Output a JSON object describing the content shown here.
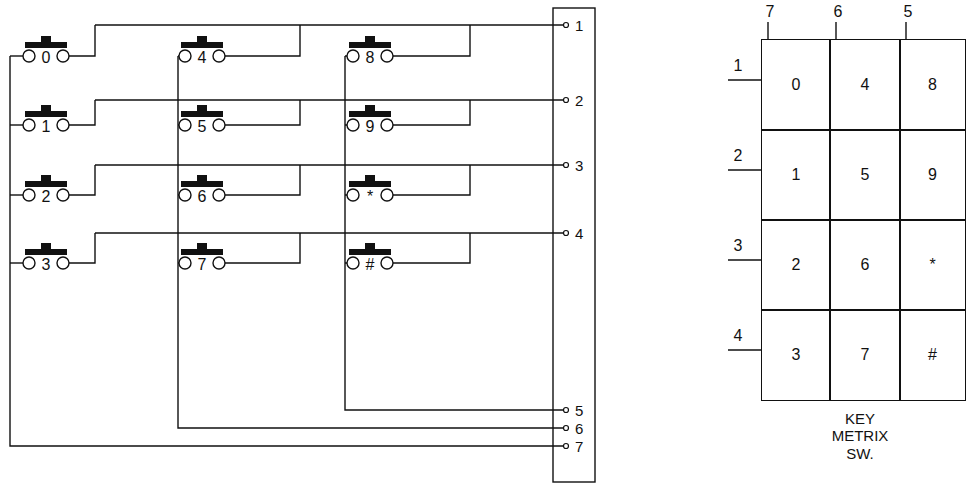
{
  "diagram": {
    "caption": "KEY METRIX SW.",
    "nodes": [
      {
        "text": [
          "0"
        ]
      },
      {
        "text": [
          "4"
        ]
      },
      {
        "text": [
          "8"
        ]
      },
      {
        "text": [
          "1"
        ]
      },
      {
        "text": [
          "5"
        ]
      },
      {
        "text": [
          "9"
        ]
      },
      {
        "text": [
          "2"
        ]
      },
      {
        "text": [
          "6"
        ]
      },
      {
        "text": [
          "*"
        ]
      },
      {
        "text": [
          "3"
        ]
      },
      {
        "text": [
          "7"
        ]
      },
      {
        "text": [
          "#"
        ]
      }
    ],
    "labels": [
      "0",
      "1",
      "2",
      "3",
      "4",
      "5",
      "6",
      "7",
      "8",
      "9",
      "*",
      "#",
      "1",
      "2",
      "3",
      "4",
      "5",
      "6",
      "7",
      "7",
      "6",
      "5",
      "1",
      "2",
      "3",
      "4"
    ]
  }
}
